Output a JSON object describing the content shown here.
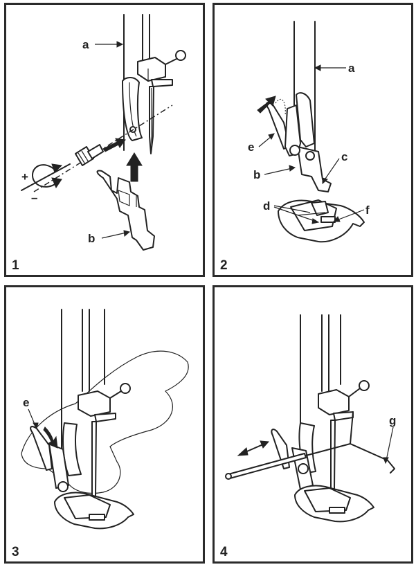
{
  "panels": [
    {
      "number": "1",
      "labels": {
        "a": "a",
        "b": "b",
        "plus": "+",
        "minus": "–"
      }
    },
    {
      "number": "2",
      "labels": {
        "a": "a",
        "b": "b",
        "c": "c",
        "d": "d",
        "e": "e",
        "f": "f"
      }
    },
    {
      "number": "3",
      "labels": {
        "e": "e"
      }
    },
    {
      "number": "4",
      "labels": {
        "g": "g"
      }
    }
  ]
}
